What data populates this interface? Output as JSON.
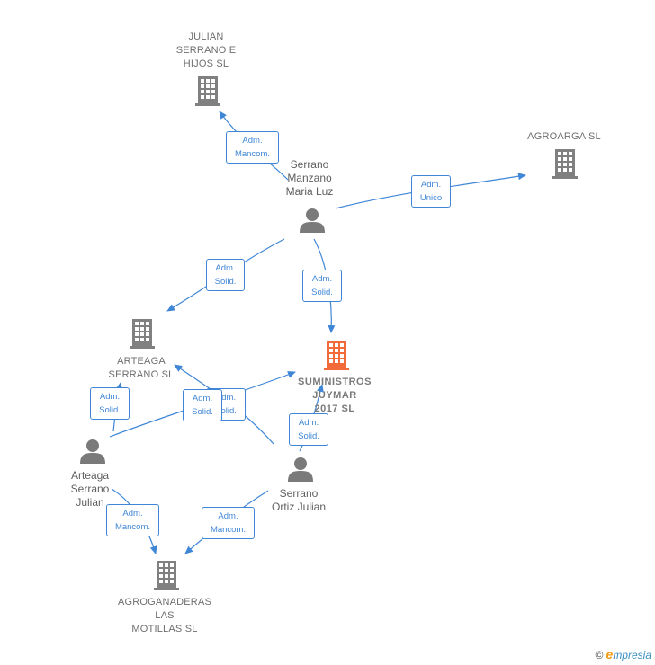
{
  "nodes": {
    "julian_serrano_hijos": {
      "label": "JULIAN\nSERRANO E\nHIJOS SL",
      "kind": "company"
    },
    "agroarga": {
      "label": "AGROARGA  SL",
      "kind": "company"
    },
    "serrano_manzano": {
      "label": "Serrano\nManzano\nMaria Luz",
      "kind": "person"
    },
    "arteaga_serrano_sl": {
      "label": "ARTEAGA\nSERRANO  SL",
      "kind": "company"
    },
    "suministros": {
      "label": "SUMINISTROS\nJUYMAR\n2017  SL",
      "kind": "main"
    },
    "arteaga_julian": {
      "label": "Arteaga\nSerrano\nJulian",
      "kind": "person"
    },
    "serrano_ortiz": {
      "label": "Serrano\nOrtiz Julian",
      "kind": "person"
    },
    "agroganaderas": {
      "label": "AGROGANADERAS\nLAS\nMOTILLAS  SL",
      "kind": "company"
    }
  },
  "edges": [
    {
      "id": "e1",
      "label": "Adm.\nMancom."
    },
    {
      "id": "e2",
      "label": "Adm.\nUnico"
    },
    {
      "id": "e3",
      "label": "Adm.\nSolid."
    },
    {
      "id": "e4",
      "label": "Adm.\nSolid."
    },
    {
      "id": "e5",
      "label": "Adm.\nSolid."
    },
    {
      "id": "e6",
      "label": "Adm.\nSolid."
    },
    {
      "id": "e7",
      "label": "Adm.\nSolid."
    },
    {
      "id": "e8",
      "label": "Adm.\nSolid."
    },
    {
      "id": "e9",
      "label": "Adm.\nMancom."
    },
    {
      "id": "e10",
      "label": "Adm.\nMancom."
    }
  ],
  "colors": {
    "edge": "#3f86d6",
    "company": "#808080",
    "main_company": "#f26a3a",
    "person": "#7a7a7a"
  },
  "footer": {
    "copyright": "©",
    "brand_first": "e",
    "brand_rest": "mpresia"
  }
}
